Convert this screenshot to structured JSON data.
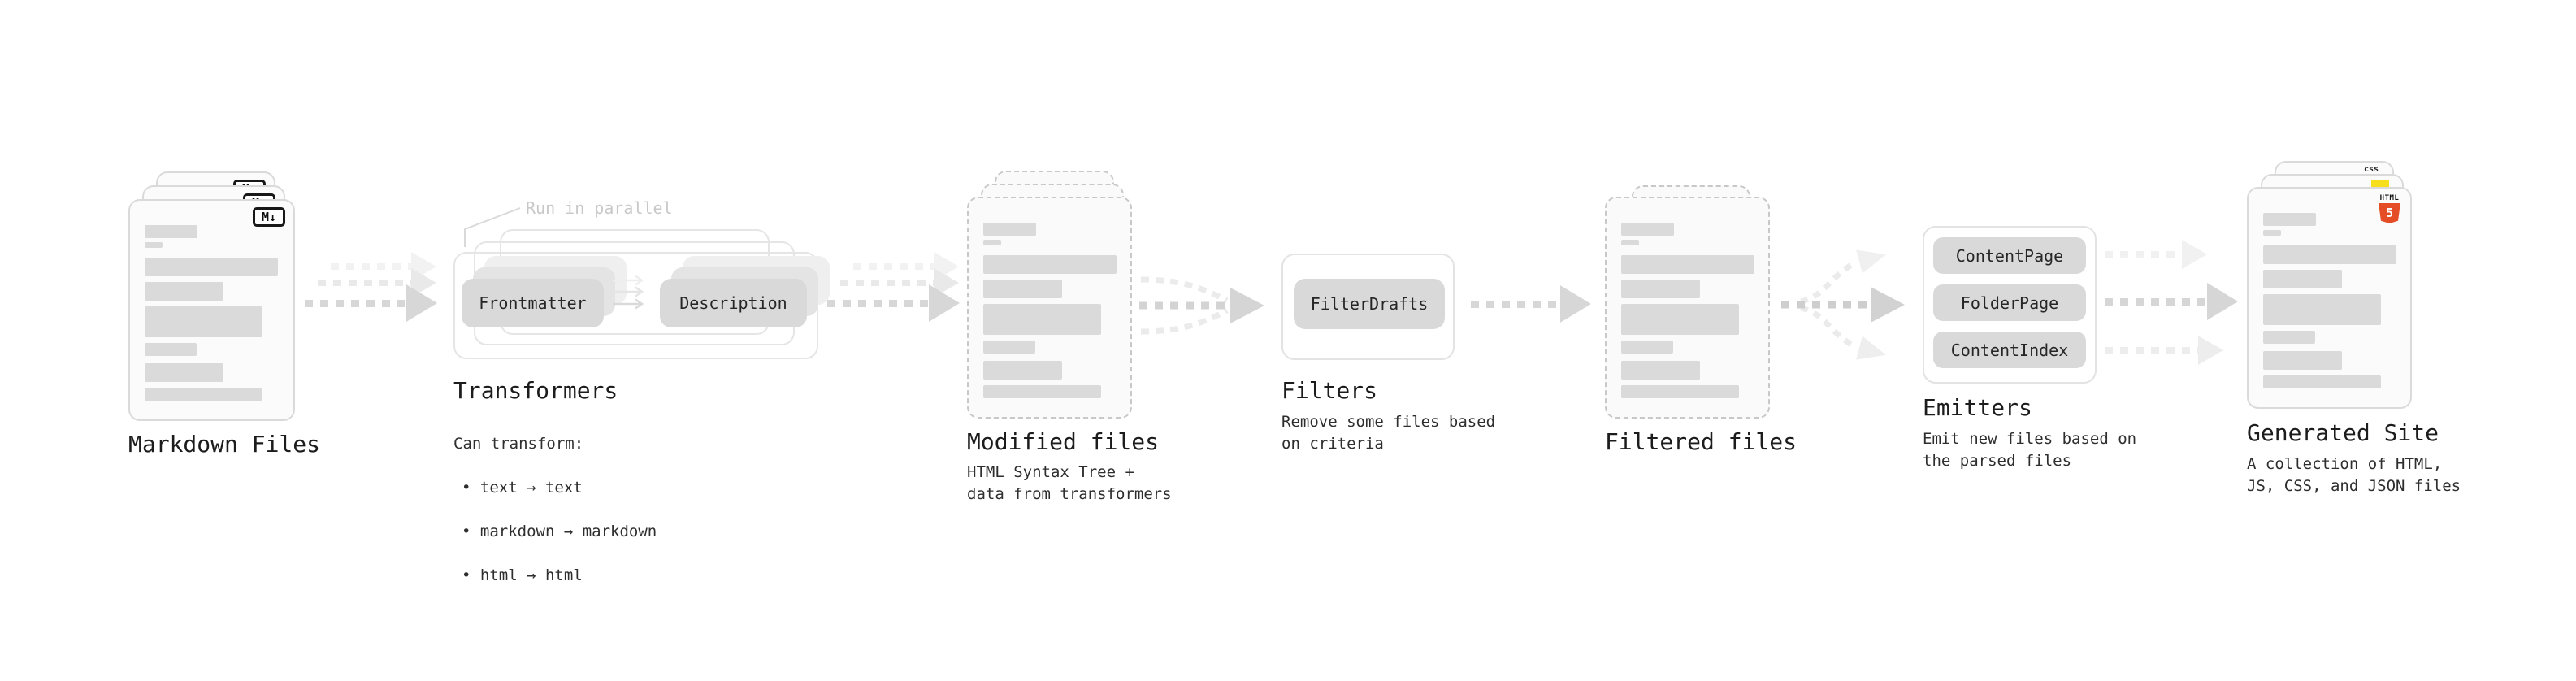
{
  "markdown": {
    "label": "Markdown Files",
    "badge": "M↓"
  },
  "transformers": {
    "label": "Transformers",
    "note": "Run in parallel",
    "chip_left": "Frontmatter",
    "chip_right": "Description",
    "desc_title": "Can transform:",
    "bullets": [
      "• text → text",
      "• markdown → markdown",
      "• html → html"
    ]
  },
  "modified": {
    "label": "Modified files",
    "desc": "HTML Syntax Tree +\ndata from transformers"
  },
  "filters": {
    "label": "Filters",
    "chip": "FilterDrafts",
    "desc": "Remove some files based\non criteria"
  },
  "filtered": {
    "label": "Filtered files"
  },
  "emitters": {
    "label": "Emitters",
    "chips": [
      "ContentPage",
      "FolderPage",
      "ContentIndex"
    ],
    "desc": "Emit new files based on\nthe parsed files"
  },
  "generated": {
    "label": "Generated Site",
    "desc": "A collection of HTML,\nJS, CSS, and JSON files",
    "html5_text": "HTML",
    "html5_number": "5",
    "css_text": "css"
  },
  "colors": {
    "chip_gray": "#d9d9d9",
    "arrow_gray": "#d6d6d6",
    "card_border": "#dadada",
    "dashed_border": "#c8c8c8",
    "js_yellow": "#f7df1e",
    "css_blue": "#2965f1",
    "html_orange": "#e44d26",
    "note_gray": "#c8c8c8"
  }
}
